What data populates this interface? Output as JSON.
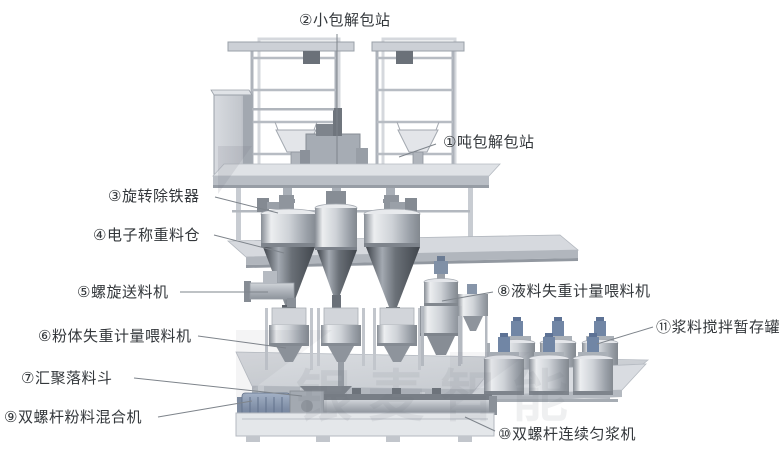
{
  "diagram": {
    "type": "industrial-equipment-callout-diagram",
    "description": "Powder and slurry dosing / mixing production line with numbered callouts",
    "labels": [
      {
        "id": "1",
        "text": "①吨包解包站"
      },
      {
        "id": "2",
        "text": "②小包解包站"
      },
      {
        "id": "3",
        "text": "③旋转除铁器"
      },
      {
        "id": "4",
        "text": "④电子称重料仓"
      },
      {
        "id": "5",
        "text": "⑤螺旋送料机"
      },
      {
        "id": "6",
        "text": "⑥粉体失重计量喂料机"
      },
      {
        "id": "7",
        "text": "⑦汇聚落料斗"
      },
      {
        "id": "8",
        "text": "⑧液料失重计量喂料机"
      },
      {
        "id": "9",
        "text": "⑨双螺杆粉料混合机"
      },
      {
        "id": "10",
        "text": "⑩双螺杆连续匀浆机"
      },
      {
        "id": "11",
        "text": "⑪浆料搅拌暂存罐"
      }
    ],
    "watermark": {
      "text": "银麦智能"
    },
    "colors": {
      "label_text": "#33373b",
      "leader_line": "#7e848b",
      "steel_light": "#e8eaed",
      "steel_mid": "#b5bac1",
      "steel_dark": "#82888f",
      "cone_dark": "#41464d",
      "motor_blue": "#7186a5",
      "platform": "#d6d9de"
    }
  }
}
